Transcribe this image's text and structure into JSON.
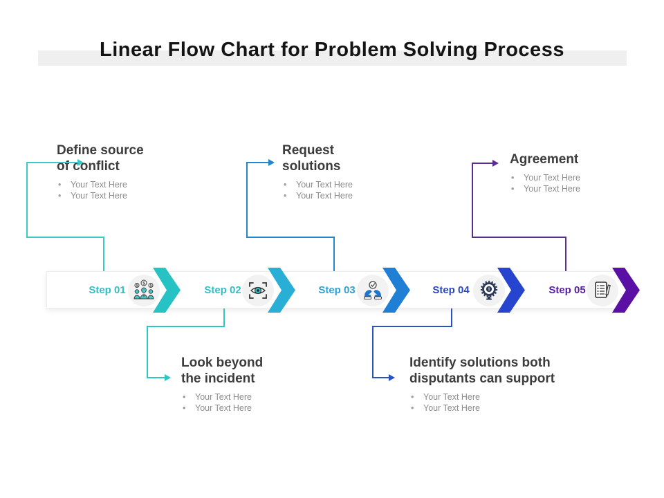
{
  "title": "Linear Flow Chart for Problem Solving Process",
  "colors": {
    "title_bar": "#efefef",
    "band_background": "#ffffff",
    "step1_accent": "#2FBFC6",
    "step2_accent": "#2FBFC6",
    "step3_accent": "#2F9FD8",
    "step4_accent": "#2847C1",
    "step5_accent": "#5A1BA6",
    "chevron1": "#26C2C4",
    "chevron2": "#29AFD6",
    "chevron3": "#1F7FD4",
    "chevron4": "#2644CE",
    "chevron5": "#5A10A5",
    "connector_teal": "#3DC8C8",
    "connector_blue": "#2187C6",
    "connector_violet": "#5C2D91",
    "connector_royal": "#2B52C4",
    "heading_text": "#3c3c3c",
    "bullet_text": "#8c8c8c"
  },
  "steps": [
    {
      "label": "Step 01",
      "icon": "people-negotiation-icon"
    },
    {
      "label": "Step 02",
      "icon": "eye-focus-icon"
    },
    {
      "label": "Step 03",
      "icon": "hands-check-icon"
    },
    {
      "label": "Step 04",
      "icon": "gauge-icon"
    },
    {
      "label": "Step 05",
      "icon": "checklist-pen-icon"
    }
  ],
  "callouts": [
    {
      "connects_to": "Step 01",
      "title_lines": [
        "Define source",
        "of conflict"
      ],
      "bullets": [
        "Your Text Here",
        "Your Text Here"
      ]
    },
    {
      "connects_to": "Step 02",
      "title_lines": [
        "Look beyond",
        "the incident"
      ],
      "bullets": [
        "Your Text Here",
        "Your Text Here"
      ]
    },
    {
      "connects_to": "Step 03",
      "title_lines": [
        "Request",
        "solutions"
      ],
      "bullets": [
        "Your Text Here",
        "Your Text Here"
      ]
    },
    {
      "connects_to": "Step 04",
      "title_lines": [
        "Identify solutions both",
        "disputants can support"
      ],
      "bullets": [
        "Your Text Here",
        "Your Text Here"
      ]
    },
    {
      "connects_to": "Step 05",
      "title_lines": [
        "Agreement"
      ],
      "bullets": [
        "Your Text Here",
        "Your Text Here"
      ]
    }
  ]
}
